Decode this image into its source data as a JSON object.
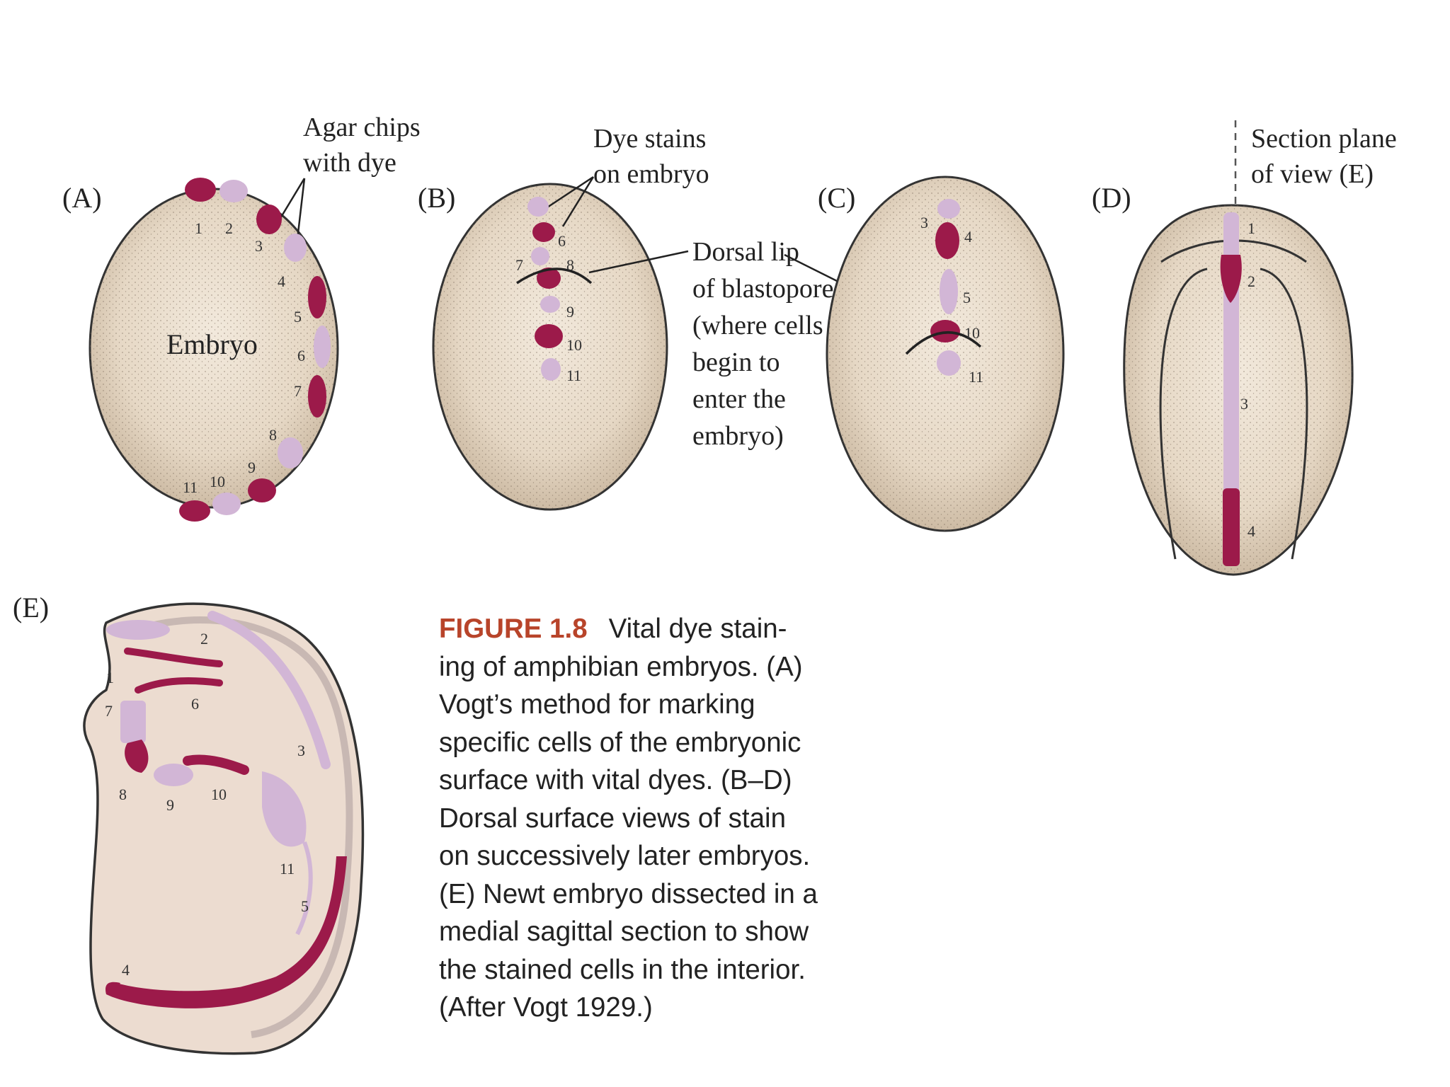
{
  "panels": {
    "a": {
      "label": "(A)",
      "embryo": "Embryo",
      "annotation": [
        "Agar chips",
        "with dye"
      ],
      "numbers": [
        "1",
        "2",
        "3",
        "4",
        "5",
        "6",
        "7",
        "8",
        "9",
        "10",
        "11"
      ]
    },
    "b": {
      "label": "(B)",
      "annotation": [
        "Dye stains",
        "on embryo"
      ],
      "numbers": [
        "6",
        "7",
        "8",
        "9",
        "10",
        "11"
      ]
    },
    "c": {
      "label": "(C)",
      "numbers": [
        "3",
        "4",
        "5",
        "10",
        "11"
      ]
    },
    "d": {
      "label": "(D)",
      "annotation": [
        "Section plane",
        "of view (E)"
      ],
      "numbers": [
        "1",
        "2",
        "3",
        "4"
      ]
    },
    "e": {
      "label": "(E)",
      "numbers": [
        "1",
        "2",
        "3",
        "4",
        "5",
        "6",
        "7",
        "8",
        "9",
        "10",
        "11"
      ]
    }
  },
  "dorsal_lip": [
    "Dorsal lip",
    "of blastopore",
    "(where cells",
    "begin to",
    "enter the",
    "embryo)"
  ],
  "caption": {
    "figure_label": "FIGURE 1.8",
    "lines": [
      "Vital dye stain-",
      "ing of amphibian embryos. (A)",
      "Vogt’s method for marking",
      "specific cells of the embryonic",
      "surface with vital dyes. (B–D)",
      "Dorsal surface views of stain",
      "on successively later embryos.",
      "(E) Newt embryo dissected in a",
      "medial sagittal section to show",
      "the stained cells in the interior.",
      "(After Vogt 1929.)"
    ]
  },
  "colors": {
    "dark_stain": "#9c1a4a",
    "light_stain": "#d2b6d6",
    "embryo_fill": "#ede2d2",
    "caption_label": "#b8442a"
  }
}
